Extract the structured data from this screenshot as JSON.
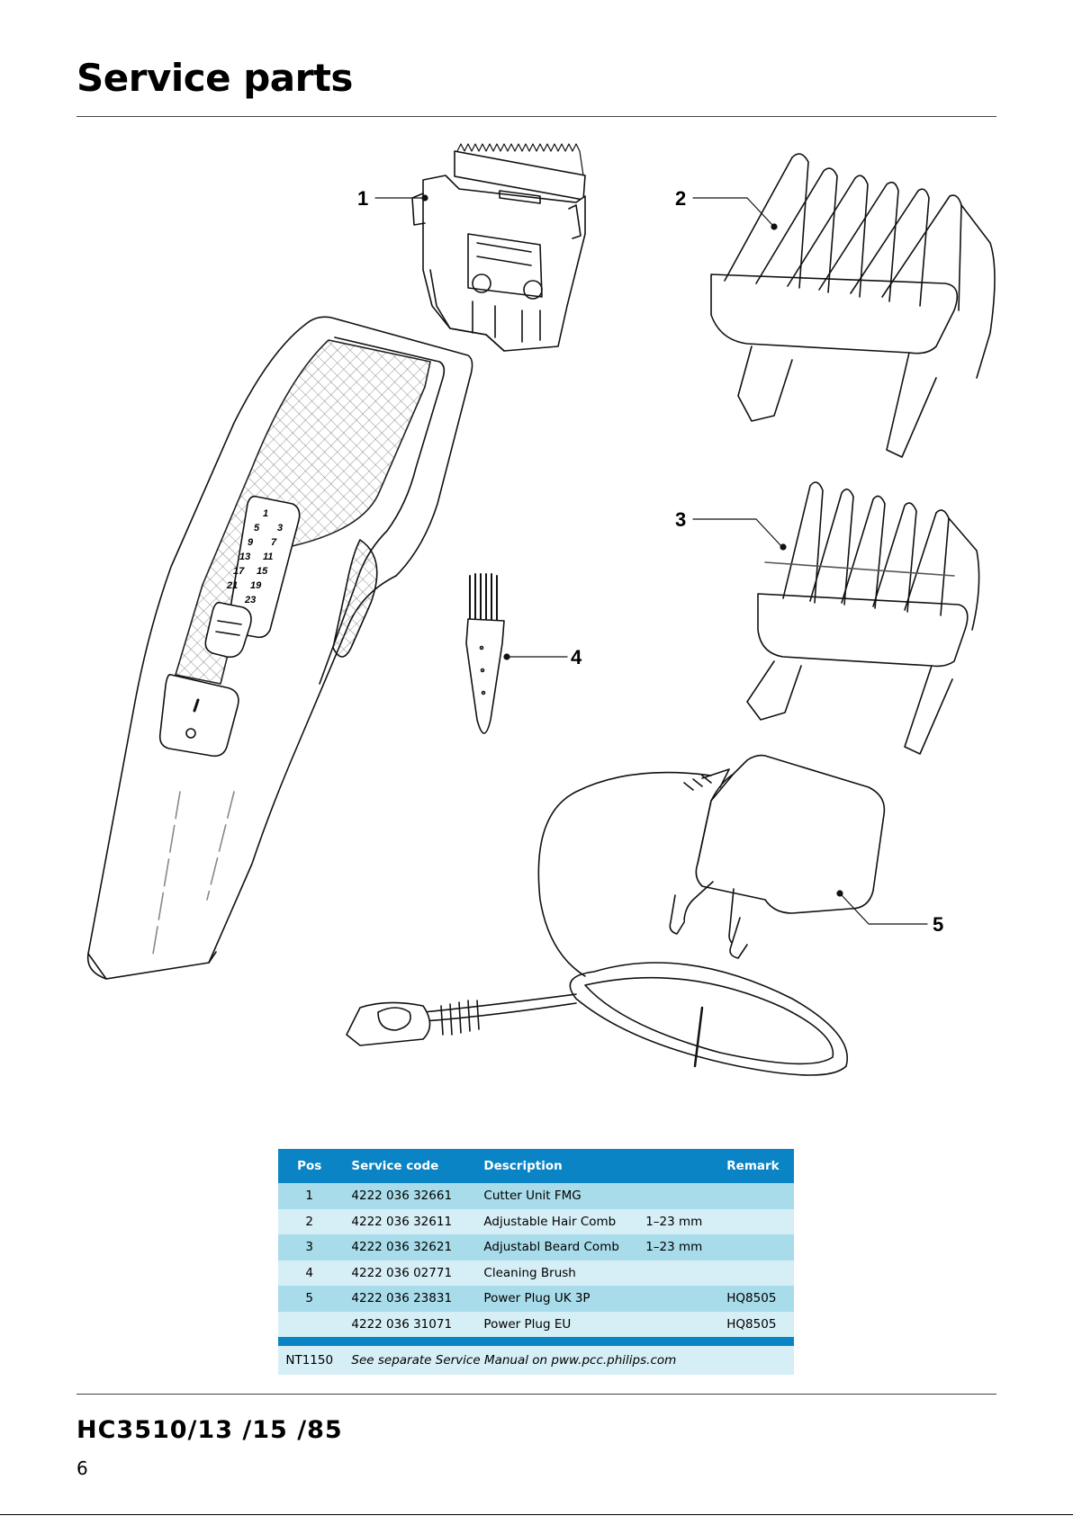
{
  "page": {
    "title": "Service parts",
    "model": "HC3510/13 /15 /85",
    "page_number": "6"
  },
  "callouts": [
    "1",
    "2",
    "3",
    "4",
    "5"
  ],
  "dial_numbers": [
    "1",
    "5",
    "3",
    "9",
    "7",
    "13",
    "11",
    "17",
    "15",
    "21",
    "19",
    "23"
  ],
  "switch_labels": {
    "on": "I",
    "off": "O"
  },
  "table": {
    "headers": {
      "pos": "Pos",
      "code": "Service code",
      "desc": "Description",
      "remark": "Remark"
    },
    "rows": [
      {
        "pos": "1",
        "code": "4222 036 32661",
        "desc": "Cutter Unit  FMG",
        "size": "",
        "remark": ""
      },
      {
        "pos": "2",
        "code": "4222 036 32611",
        "desc": "Adjustable Hair Comb",
        "size": "1–23 mm",
        "remark": ""
      },
      {
        "pos": "3",
        "code": "4222 036 32621",
        "desc": "Adjustabl  Beard Comb",
        "size": "1–23 mm",
        "remark": ""
      },
      {
        "pos": "4",
        "code": "4222 036 02771",
        "desc": "Cleaning Brush",
        "size": "",
        "remark": ""
      },
      {
        "pos": "5",
        "code": "4222 036 23831",
        "desc": "Power Plug  UK 3P",
        "size": "",
        "remark": "HQ8505"
      },
      {
        "pos": "",
        "code": "4222 036 31071",
        "desc": "Power Plug  EU",
        "size": "",
        "remark": "HQ8505"
      }
    ],
    "note": {
      "code": "NT1150",
      "text": "See separate Service Manual on pww.pcc.philips.com"
    }
  },
  "colors": {
    "header_blue": "#0a84c4",
    "row_dark": "#a9dcea",
    "row_light": "#d6eef5"
  }
}
